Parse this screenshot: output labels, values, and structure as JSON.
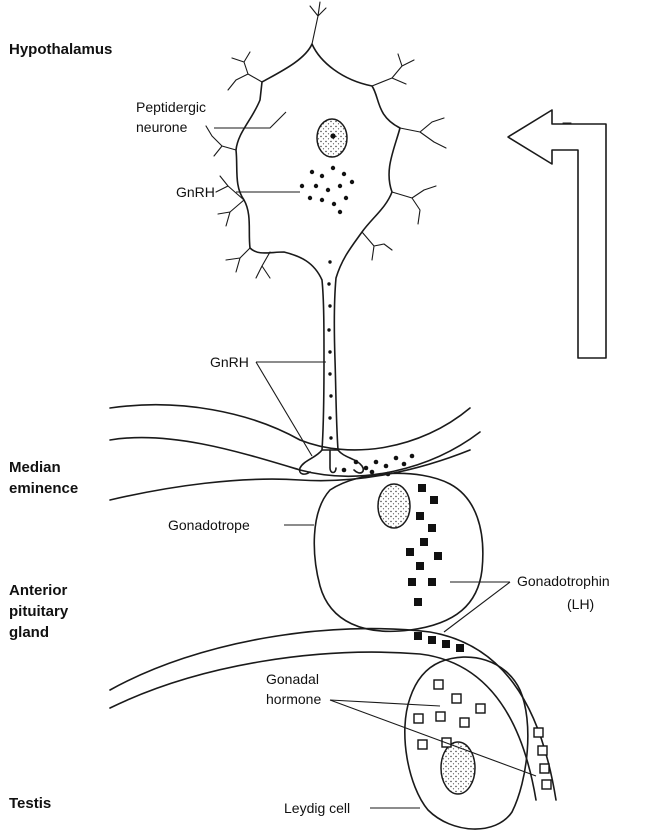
{
  "regions": {
    "hypothalamus": "Hypothalamus",
    "median_eminence_1": "Median",
    "median_eminence_2": "eminence",
    "anterior_pituitary_1": "Anterior",
    "anterior_pituitary_2": "pituitary",
    "anterior_pituitary_3": "gland",
    "testis": "Testis"
  },
  "labels": {
    "peptidergic_neurone_1": "Peptidergic",
    "peptidergic_neurone_2": "neurone",
    "gnrh_soma": "GnRH",
    "gnrh_axon": "GnRH",
    "gonadotrope": "Gonadotrope",
    "gonadotrophin_1": "Gonadotrophin",
    "gonadotrophin_2": "(LH)",
    "gonadal_hormone_1": "Gonadal",
    "gonadal_hormone_2": "hormone",
    "leydig_cell": "Leydig cell"
  }
}
